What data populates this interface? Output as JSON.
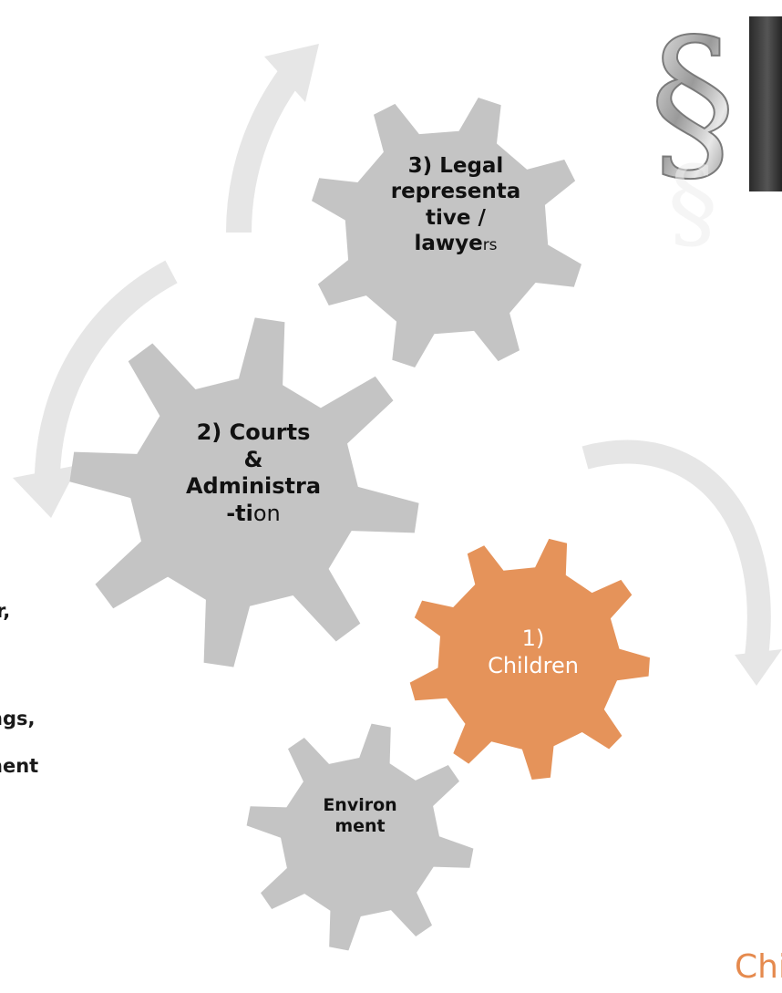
{
  "gears": {
    "legal": {
      "lines": [
        [
          {
            "text": "3) Legal",
            "bold": true
          }
        ],
        [
          {
            "text": "representa",
            "bold": true
          }
        ],
        [
          {
            "text": "tive /",
            "bold": true
          }
        ],
        [
          {
            "text": "lawye",
            "bold": true
          },
          {
            "text": "rs",
            "bold": false
          }
        ]
      ]
    },
    "courts": {
      "lines": [
        [
          {
            "text": "2) Courts",
            "bold": true
          }
        ],
        [
          {
            "text": "&",
            "bold": true
          }
        ],
        [
          {
            "text": "Administra",
            "bold": true
          }
        ],
        [
          {
            "text": "-ti",
            "bold": true
          },
          {
            "text": "on",
            "bold": false
          }
        ]
      ]
    },
    "children": {
      "lines": [
        [
          {
            "text": "1)",
            "bold": false
          }
        ],
        [
          {
            "text": "Children",
            "bold": false
          }
        ]
      ]
    },
    "environment": {
      "lines": [
        [
          {
            "text": "Environ",
            "bold": true
          }
        ],
        [
          {
            "text": "ment",
            "bold": true
          }
        ]
      ]
    }
  },
  "side_text": {
    "line1": "r,",
    "line2": "ngs,",
    "line3": "nent"
  },
  "bottom_word": "Chi",
  "icon": "section-sign-icon",
  "colors": {
    "gear_grey": "#c4c4c4",
    "gear_orange": "#e5935a",
    "arrow": "#e6e6e6",
    "accent_text": "#e58a4e"
  }
}
